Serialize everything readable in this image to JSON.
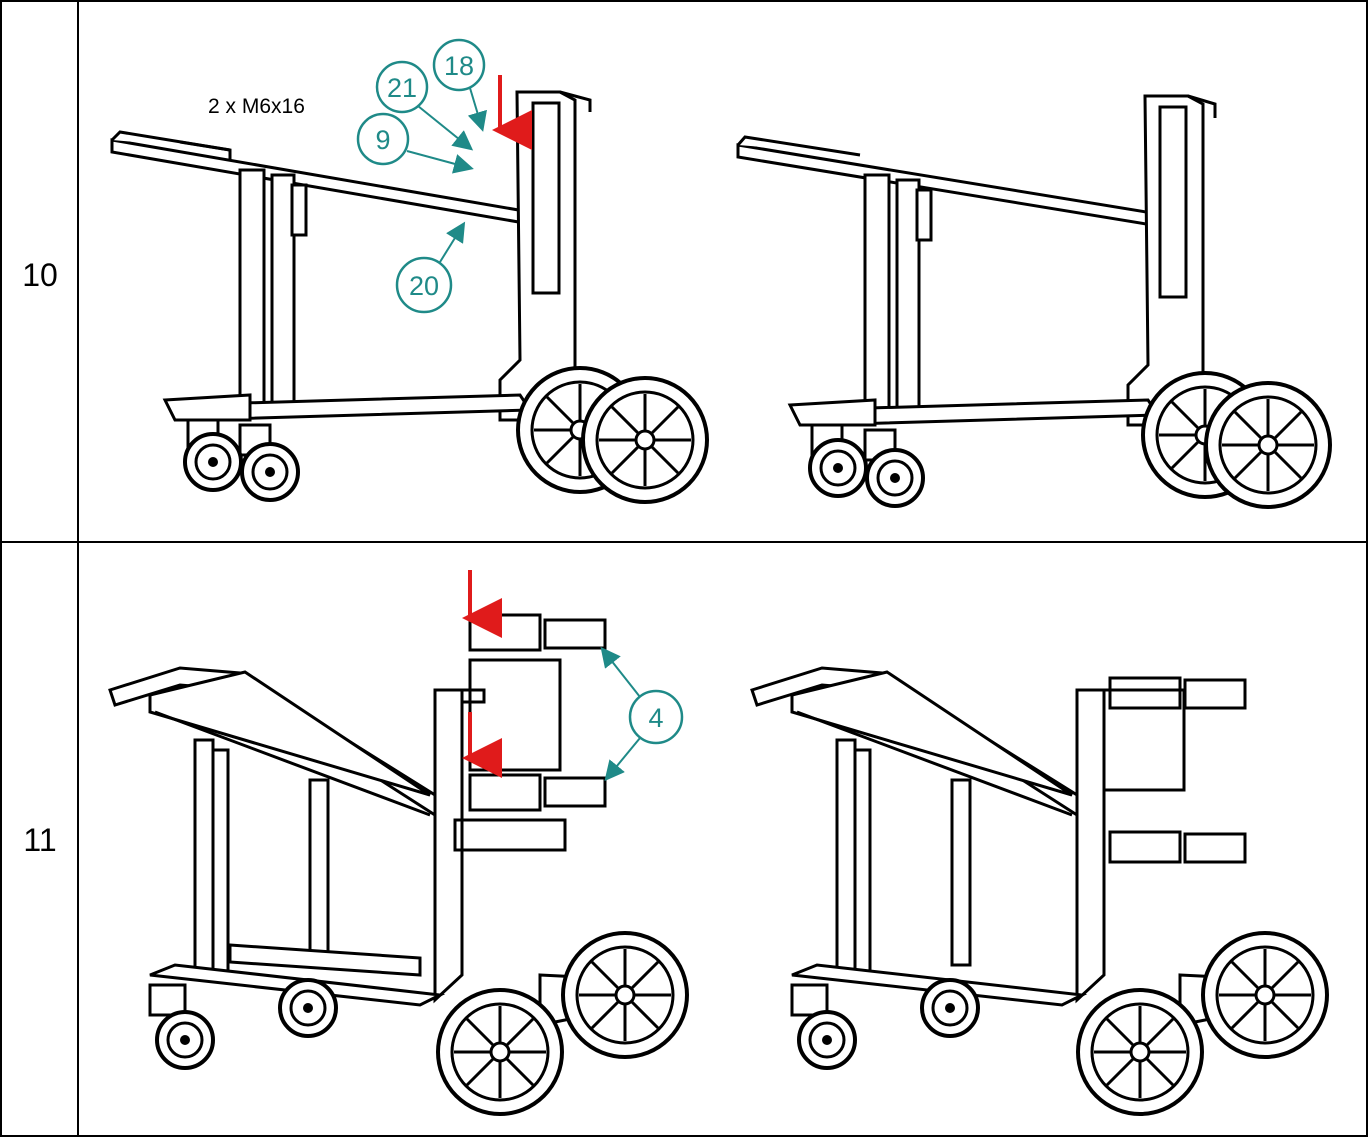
{
  "steps": [
    {
      "number": "10",
      "fastener_label": "2 x M6x16",
      "callouts": [
        "21",
        "18",
        "9",
        "20"
      ]
    },
    {
      "number": "11",
      "callouts": [
        "4"
      ]
    }
  ],
  "colors": {
    "callout": "#1f8a88",
    "arrow": "#e01b1b",
    "line": "#000000"
  }
}
